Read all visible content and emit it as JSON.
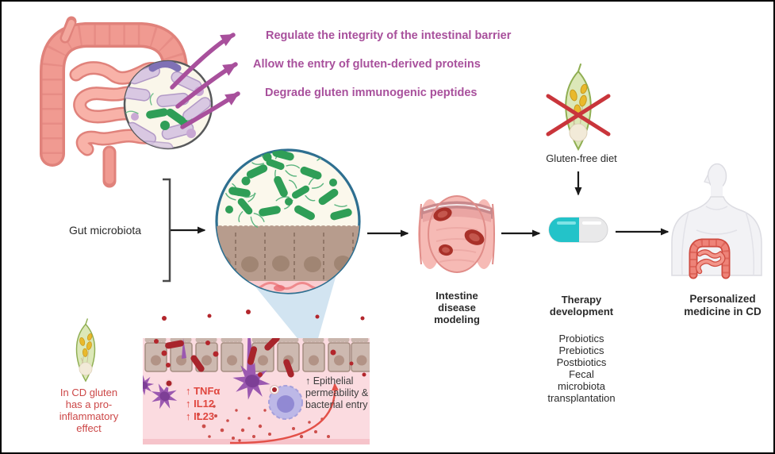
{
  "figure": {
    "microbiota_functions": [
      "Regulate the integrity of the intestinal barrier",
      "Allow the entry of gluten-derived proteins",
      "Degrade gluten immunogenic peptides"
    ],
    "gut_microbiota_label": "Gut microbiota",
    "intestine_disease_modeling_label": "Intestine\ndisease\nmodeling",
    "gluten_free_diet_label": "Gluten-free diet",
    "therapy": {
      "title": "Therapy\ndevelopment",
      "options": [
        "Probiotics",
        "Prebiotics",
        "Postbiotics",
        "Fecal microbiota transplantation"
      ]
    },
    "personalized_label": "Personalized\nmedicine in CD",
    "cd_gluten_note": "In CD gluten\nhas a pro-\ninflammatory\neffect",
    "cytokines": [
      "↑ TNFα",
      "↑ IL12",
      "↑ IL23"
    ],
    "permeability_note": "↑ Epithelial\npermeability &\nbacterial entry"
  },
  "colors": {
    "function_text_purple": "#a8509c",
    "arrow_purple": "#a8509c",
    "warning_red_text": "#cc4747",
    "cytokine_red_text": "#e0463e",
    "cross_red": "#c9353b",
    "pill_teal": "#23c3c9",
    "bacteria_green": "#2f9e57",
    "intestine_salmon": "#f09a91",
    "inflammation_panel_pink": "#fbdbe0",
    "magnifier_border_blue": "#2e6f90",
    "epithelium_brown": "#b79c8d",
    "dendritic_purple": "#9b59b0"
  }
}
